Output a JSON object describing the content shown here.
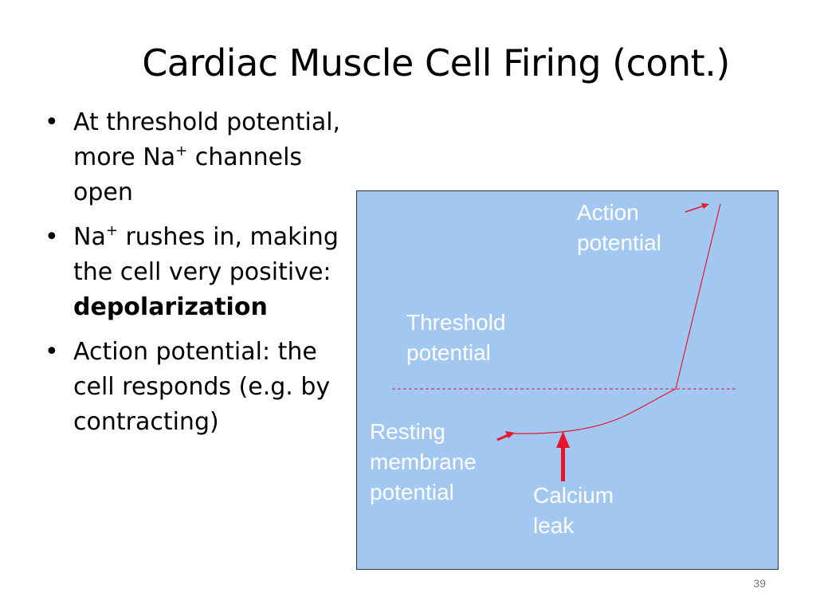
{
  "slide": {
    "title": "Cardiac Muscle Cell Firing (cont.)",
    "slide_number": "39"
  },
  "bullets": [
    {
      "pre": "At threshold potential, more Na",
      "sup": "+",
      "post": " channels open",
      "bold": ""
    },
    {
      "pre": "Na",
      "sup": "+",
      "post": " rushes in, making the cell very positive: ",
      "bold": "depolarization"
    },
    {
      "pre": "Action potential: the cell responds (e.g. by contracting)",
      "sup": "",
      "post": "",
      "bold": ""
    }
  ],
  "diagram": {
    "labels": {
      "action_potential": "Action\npotential",
      "threshold_potential": "Threshold\npotential",
      "resting_potential": "Resting\nmembrane\npotential",
      "calcium_leak": "Calcium\nleak"
    },
    "colors": {
      "panel_background": "#a2c8f1",
      "curve": "#e8162a",
      "label_text": "#ffffff"
    }
  }
}
